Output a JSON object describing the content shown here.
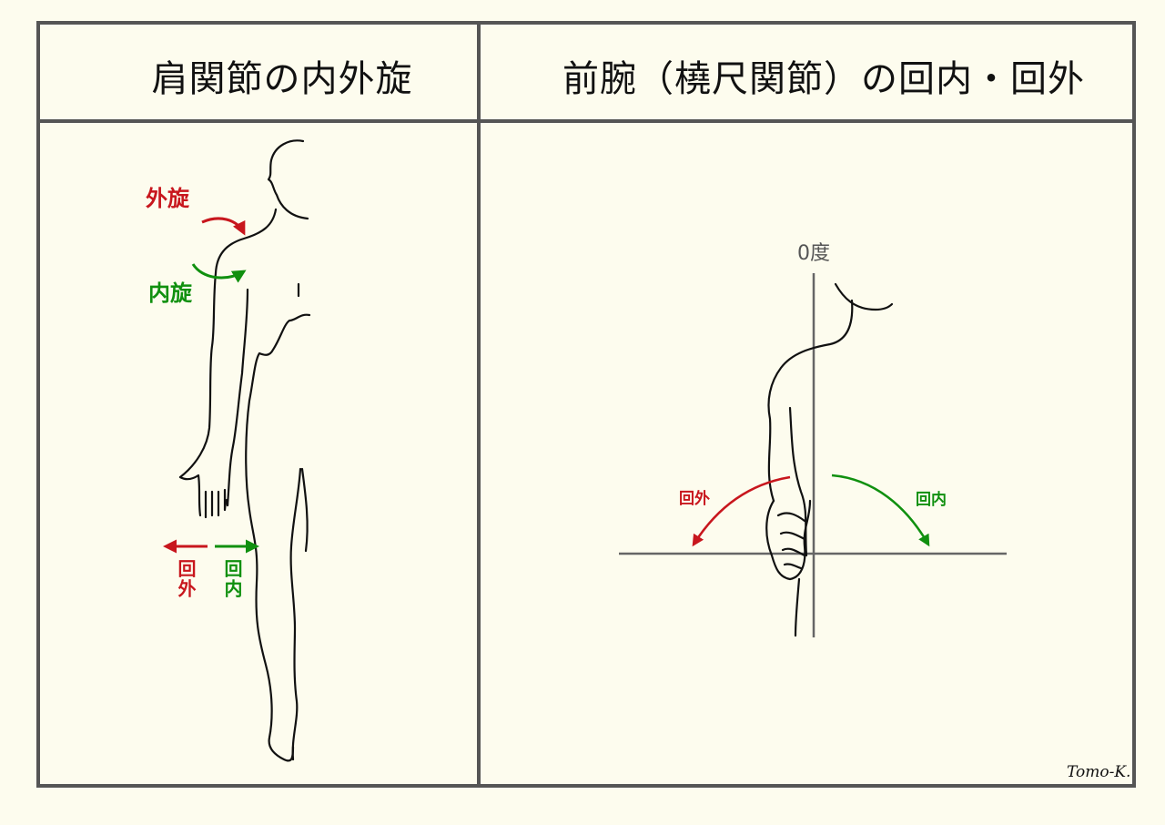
{
  "panels": {
    "left": {
      "title": "肩関節の内外旋",
      "labels": {
        "external_rotation": "外旋",
        "internal_rotation": "内旋",
        "supination": "回外",
        "pronation": "回内"
      }
    },
    "right": {
      "title": "前腕（橈尺関節）の回内・回外",
      "labels": {
        "zero_degree": "0度",
        "supination": "回外",
        "pronation": "回内"
      }
    }
  },
  "signature": "Tomo-K.",
  "colors": {
    "background": "#fdfcee",
    "border": "#555555",
    "external_red": "#c8161d",
    "internal_green": "#10900f",
    "axis_gray": "#666666"
  },
  "icons": [
    "arrow-left-icon",
    "arrow-right-icon",
    "curved-arrow-icon"
  ]
}
